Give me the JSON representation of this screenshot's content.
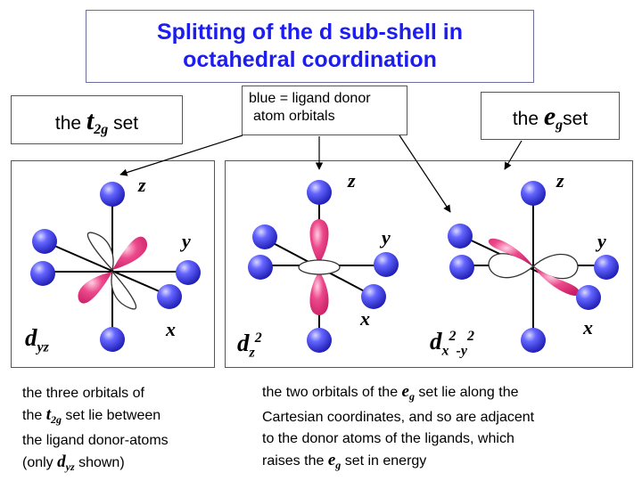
{
  "title": {
    "line1": "Splitting of the d sub-shell in",
    "line2": "octahedral coordination"
  },
  "t2g_box": {
    "prefix": "the ",
    "symbol": "t",
    "sub": "2g",
    "suffix": " set"
  },
  "note": {
    "line1": "blue = ligand donor",
    "line2": "atom orbitals"
  },
  "eg_box": {
    "prefix": "the ",
    "symbol": "e",
    "sub": "g",
    "suffix": "set"
  },
  "axes": {
    "z": "z",
    "y": "y",
    "x": "x"
  },
  "orbitals": {
    "dyz": {
      "symbol": "d",
      "sub": "yz"
    },
    "dz2": {
      "symbol": "d",
      "sub": "z",
      "sup": "2"
    },
    "dx2y2": {
      "symbol": "d",
      "sub1": "x",
      "sup1": "2",
      "mid": "-",
      "sub2": "y",
      "sup2": "2"
    }
  },
  "captions": {
    "left": {
      "l1": "the three orbitals of",
      "l2a": "the ",
      "sym": "t",
      "sub": "2g",
      "l2b": " set lie between",
      "l3": "the ligand donor-atoms",
      "l4a": "(only ",
      "sym2": "d",
      "sub2": "yz",
      "l4b": " shown)"
    },
    "right": {
      "l1a": "the two orbitals of the ",
      "sym": "e",
      "sub": "g",
      "l1b": " set lie along the",
      "l2": "Cartesian coordinates, and so are adjacent",
      "l3": "to the donor atoms of the ligands, which",
      "l4a": "raises the ",
      "sym2": "e",
      "sub2": "g",
      "l4b": " set in energy"
    }
  },
  "colors": {
    "title": "#1d1df0",
    "ligand": "#3b3bf0",
    "lobe": "#e8347e"
  }
}
